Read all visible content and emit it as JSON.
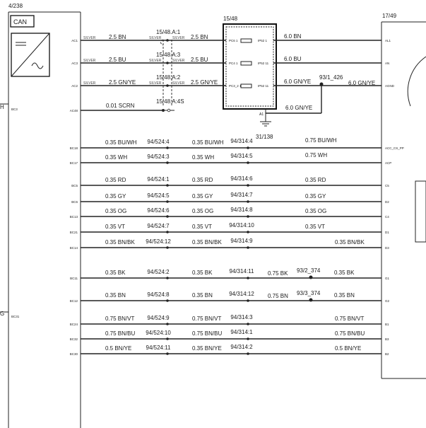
{
  "modules": {
    "left": {
      "ref": "4/238"
    },
    "fuse": {
      "ref": "15/48"
    },
    "right": {
      "ref": "17/49"
    },
    "ground": {
      "ref": "31/138"
    }
  },
  "can_box_label": "CAN",
  "left_edge_labels": [
    "H",
    "G"
  ],
  "left_pins": [
    "AC1",
    "AC3",
    "AC2",
    "AC48",
    "BC18",
    "BC17",
    "BC5",
    "BC6",
    "BC13",
    "BC21",
    "BC14",
    "BC11",
    "BC12",
    "BC24",
    "BC32",
    "BC30"
  ],
  "left_side_extra_pins": [
    "BC3",
    "BC31"
  ],
  "right_pins": [
    "AL1",
    "AN",
    "AGND",
    "ACC_CS_PP",
    "ACP",
    "C5",
    "D2",
    "C4",
    "D1",
    "D3",
    "G1",
    "G2",
    "B1",
    "B3",
    "B2"
  ],
  "silver_label": "SILVER",
  "fuse_pins": {
    "in": [
      "PC6 1",
      "PC4 1",
      "PC3_2 1"
    ],
    "out": [
      "IP52 1",
      "IP52 11",
      "IP52 11"
    ]
  },
  "upper_wires": [
    {
      "left_wire": "2.5 BN",
      "connector": "15/48.A:1",
      "mid_wire": "2.5 BN",
      "right_wire": "6.0 BN"
    },
    {
      "left_wire": "2.5 BU",
      "connector": "15/48.A:3",
      "mid_wire": "2.5 BU",
      "right_wire": "6.0 BU"
    },
    {
      "left_wire": "2.5 GN/YE",
      "connector": "15/48.A:2",
      "mid_wire": "2.5 GN/YE",
      "right_wire": "6.0 GN/YE"
    }
  ],
  "gn_splice": {
    "label": "93/1_426",
    "wire": "6.0 GN/YE"
  },
  "ground_drop": {
    "pin": "A1",
    "wire": "6.0 GN/YE"
  },
  "scrn_wire": {
    "wire": "0.01 SCRN",
    "connector": "15/48.A:4S"
  },
  "signal_wires": [
    {
      "w1": "0.35 BU/WH",
      "c1": "94/524:4",
      "w2": "0.35 BU/WH",
      "c2": "94/314:4",
      "w3": "",
      "splice": "",
      "w4": "0.75 BU/WH"
    },
    {
      "w1": "0.35 WH",
      "c1": "94/524:3",
      "w2": "0.35 WH",
      "c2": "94/314:5",
      "w3": "",
      "splice": "",
      "w4": "0.75 WH"
    },
    {
      "w1": "0.35 RD",
      "c1": "94/524:1",
      "w2": "0.35 RD",
      "c2": "94/314:6",
      "w3": "",
      "splice": "",
      "w4": "0.35 RD"
    },
    {
      "w1": "0.35 GY",
      "c1": "94/524:5",
      "w2": "0.35 GY",
      "c2": "94/314:7",
      "w3": "",
      "splice": "",
      "w4": "0.35 GY"
    },
    {
      "w1": "0.35 OG",
      "c1": "94/524:6",
      "w2": "0.35 OG",
      "c2": "94/314:8",
      "w3": "",
      "splice": "",
      "w4": "0.35 OG"
    },
    {
      "w1": "0.35 VT",
      "c1": "94/524:7",
      "w2": "0.35 VT",
      "c2": "94/314:10",
      "w3": "",
      "splice": "",
      "w4": "0.35 VT"
    },
    {
      "w1": "0.35 BN/BK",
      "c1": "94/524:12",
      "w2": "0.35 BN/BK",
      "c2": "94/314:9",
      "w3": "",
      "splice": "",
      "w4": "0.35 BN/BK"
    },
    {
      "w1": "0.35 BK",
      "c1": "94/524:2",
      "w2": "0.35 BK",
      "c2": "94/314:11",
      "w3": "0.75 BK",
      "splice": "93/2_374",
      "w4": "0.35 BK"
    },
    {
      "w1": "0.35 BN",
      "c1": "94/524:8",
      "w2": "0.35 BN",
      "c2": "94/314:12",
      "w3": "0.75 BN",
      "splice": "93/3_374",
      "w4": "0.35 BN"
    },
    {
      "w1": "0.75 BN/VT",
      "c1": "94/524:9",
      "w2": "0.75 BN/VT",
      "c2": "94/314:3",
      "w3": "",
      "splice": "",
      "w4": "0.75 BN/VT"
    },
    {
      "w1": "0.75 BN/BU",
      "c1": "94/524:10",
      "w2": "0.75 BN/BU",
      "c2": "94/314:1",
      "w3": "",
      "splice": "",
      "w4": "0.75 BN/BU"
    },
    {
      "w1": "0.5 BN/YE",
      "c1": "94/524:11",
      "w2": "0.35 BN/YE",
      "c2": "94/314:2",
      "w3": "",
      "splice": "",
      "w4": "0.5 BN/YE"
    }
  ]
}
